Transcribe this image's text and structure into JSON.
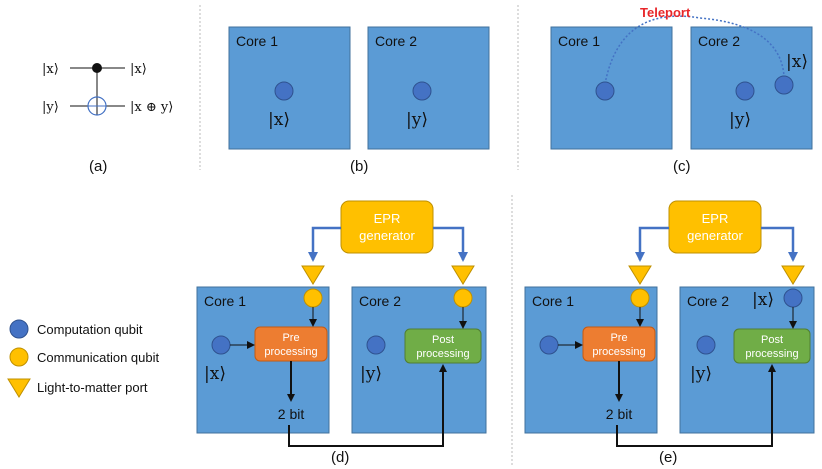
{
  "panel_a": {
    "ket_x_in": "|x⟩",
    "ket_y_in": "|y⟩",
    "ket_x_out": "|x⟩",
    "ket_xy_out": "|x ⊕ y⟩",
    "caption": "(a)"
  },
  "panel_b": {
    "core1": "Core 1",
    "core2": "Core 2",
    "ket_x": "|x⟩",
    "ket_y": "|y⟩",
    "caption": "(b)"
  },
  "panel_c": {
    "core1": "Core 1",
    "core2": "Core 2",
    "teleport": "Teleport",
    "ket_x": "|x⟩",
    "ket_y": "|y⟩",
    "caption": "(c)"
  },
  "panel_d": {
    "epr_line1": "EPR",
    "epr_line2": "generator",
    "core1": "Core 1",
    "core2": "Core 2",
    "pre_line1": "Pre",
    "pre_line2": "processing",
    "post_line1": "Post",
    "post_line2": "processing",
    "ket_x": "|x⟩",
    "ket_y": "|y⟩",
    "bits": "2 bit",
    "caption": "(d)"
  },
  "panel_e": {
    "epr_line1": "EPR",
    "epr_line2": "generator",
    "core1": "Core 1",
    "core2": "Core 2",
    "pre_line1": "Pre",
    "pre_line2": "processing",
    "post_line1": "Post",
    "post_line2": "processing",
    "ket_x": "|x⟩",
    "ket_y": "|y⟩",
    "bits": "2 bit",
    "caption": "(e)"
  },
  "legend": {
    "computation": "Computation qubit",
    "communication": "Communication qubit",
    "port": "Light-to-matter port"
  },
  "colors": {
    "core_fill": "#5b9bd5",
    "core_stroke": "#41719c",
    "computation_qubit": "#4472c4",
    "communication_qubit": "#ffc000",
    "epr_fill": "#ffc000",
    "pre_fill": "#ed7d31",
    "post_fill": "#70ad47",
    "link_line": "#4472c4",
    "teleport_text": "#e8262a"
  }
}
